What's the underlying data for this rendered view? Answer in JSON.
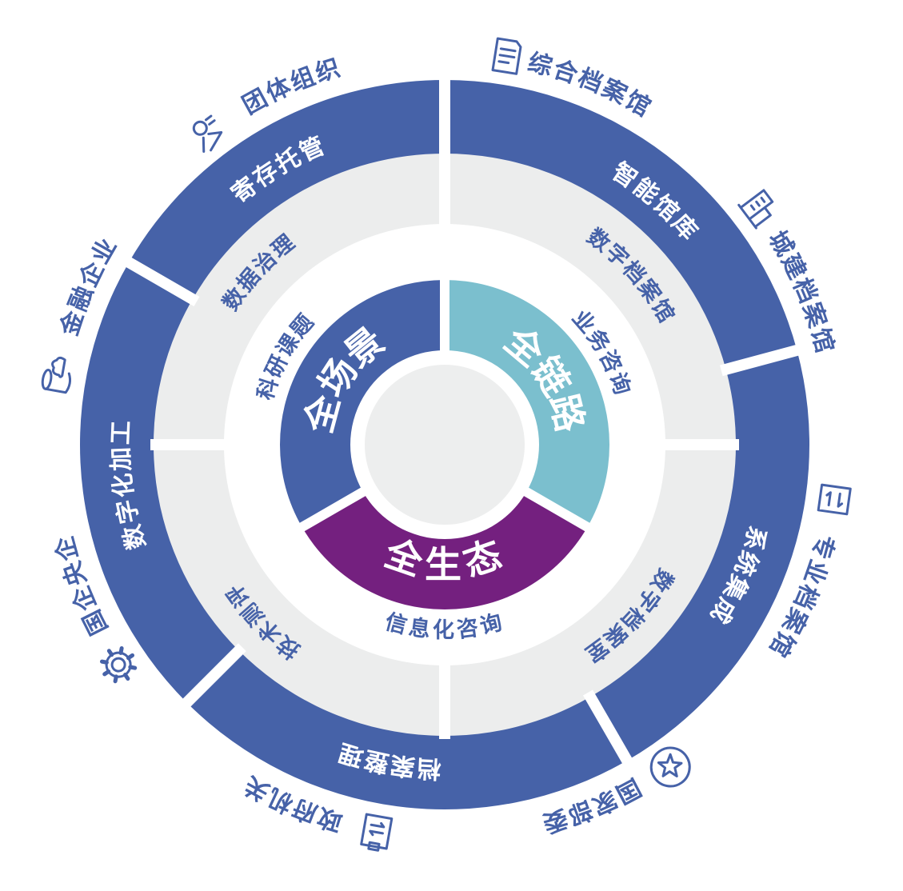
{
  "colors": {
    "ring_blue": "#4662A8",
    "ring_gray": "#ECEDED",
    "teal": "#7BBFCE",
    "purple": "#74207F",
    "center_gray": "#EDEEEE",
    "label_blue": "#4662A8"
  },
  "inner_ring": [
    {
      "label": "全场景",
      "color": "#4662A8"
    },
    {
      "label": "全链路",
      "color": "#7BBFCE"
    },
    {
      "label": "全生态",
      "color": "#74207F"
    }
  ],
  "consulting_ring": [
    "科研课题",
    "业务咨询",
    "信息化咨询"
  ],
  "middle_ring": [
    "数据治理",
    "数字档案馆",
    "数字档案室",
    "技术测评"
  ],
  "outer_ring": [
    "寄存托管",
    "智能馆库",
    "系统集成",
    "档案整理",
    "数字化加工"
  ],
  "clients": [
    {
      "label": "综合档案馆",
      "icon": "document-icon"
    },
    {
      "label": "城建档案馆",
      "icon": "building-icon"
    },
    {
      "label": "专业档案馆",
      "icon": "transfer-box-icon"
    },
    {
      "label": "国家部委",
      "icon": "star-badge-icon"
    },
    {
      "label": "政府机关",
      "icon": "clipboard-icon"
    },
    {
      "label": "国企央企",
      "icon": "gear-icon"
    },
    {
      "label": "金融企业",
      "icon": "database-cloud-icon"
    },
    {
      "label": "团体组织",
      "icon": "user-icon"
    }
  ]
}
